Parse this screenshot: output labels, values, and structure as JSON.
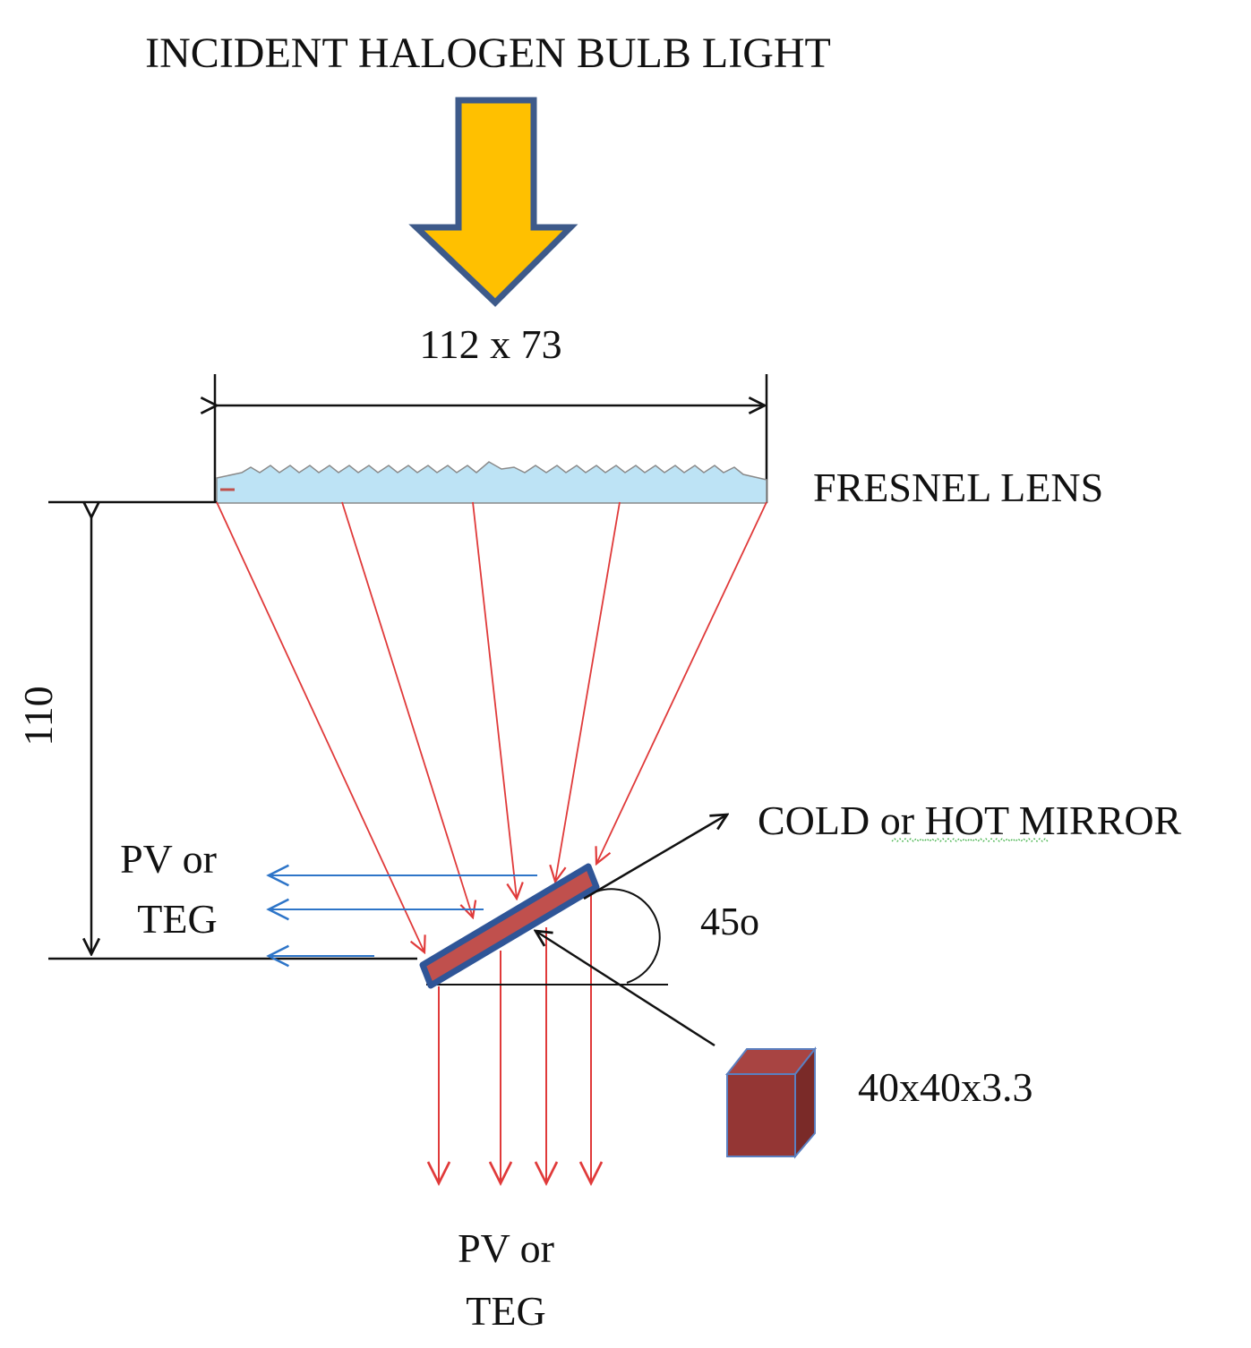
{
  "title": "INCIDENT HALOGEN BULB LIGHT",
  "lens": {
    "label": "FRESNEL LENS",
    "dimension_label": "112 x 73"
  },
  "distance_label": "110",
  "mirror": {
    "label": "COLD or  HOT MIRROR",
    "angle_label": "45o",
    "size_label": "40x40x3.3"
  },
  "outputs": {
    "left_line1": "PV or",
    "left_line2": "TEG",
    "bottom_line1": "PV or",
    "bottom_line2": "TEG"
  },
  "colors": {
    "arrow_fill": "#FFC000",
    "arrow_stroke": "#3D5A8A",
    "lens_fill": "#BDE3F5",
    "ray_red": "#E03A3A",
    "ray_blue": "#2E75C8",
    "mirror_fill": "#C0504D",
    "mirror_stroke": "#2F5597",
    "block_fill": "#943634"
  }
}
